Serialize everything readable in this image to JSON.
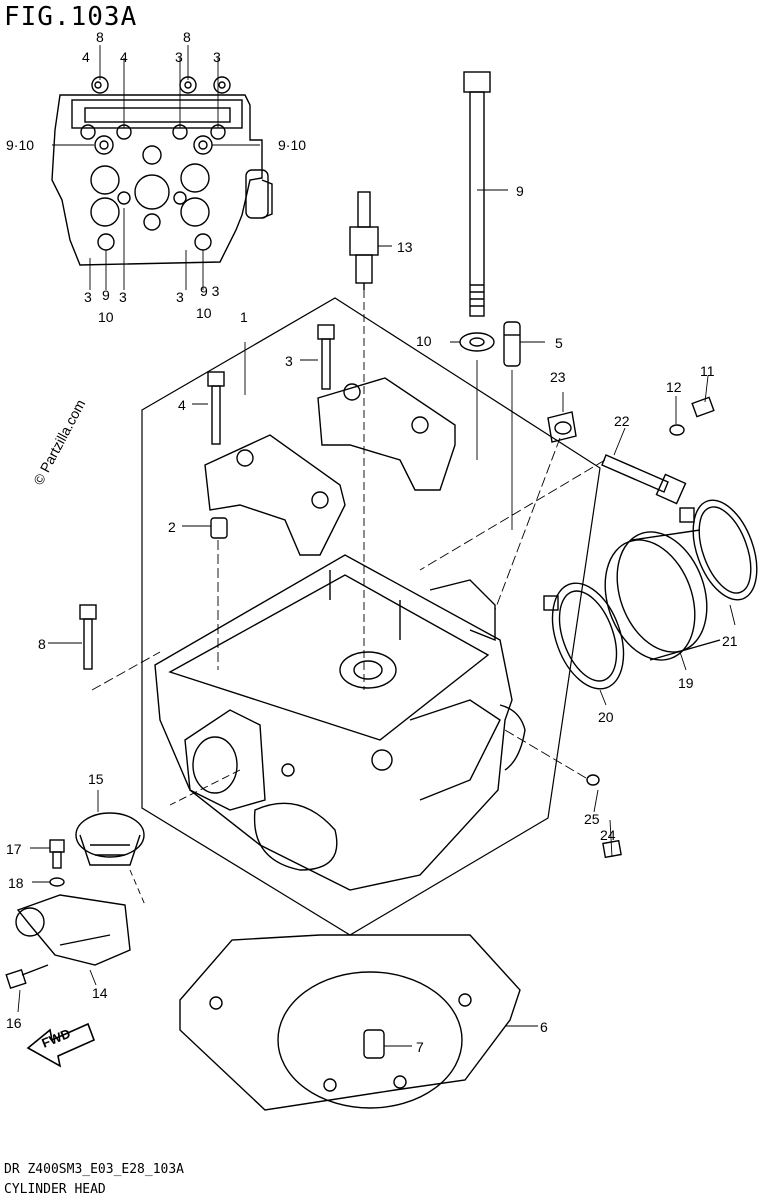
{
  "figure": {
    "title": "FIG.103A",
    "footer_code": "DR Z400SM3_E03_E28_103A",
    "footer_name": "CYLINDER HEAD",
    "watermark": "© Partzilla.com",
    "fwd_label": "FWD"
  },
  "callouts": {
    "top_8": "8",
    "top_4a": "4",
    "top_4b": "4",
    "top_8b": "8",
    "top_3a": "3",
    "top_3b": "3",
    "left_910": "9·10",
    "right_910": "9·10",
    "bot_3a": "3",
    "bot_9": "9",
    "bot_3b": "3",
    "bot_10a": "10",
    "bot_3c": "3",
    "bot_93": "9 3",
    "bot_10b": "10",
    "p1": "1",
    "p2": "2",
    "p3": "3",
    "p4": "4",
    "p5": "5",
    "p6": "6",
    "p7": "7",
    "p8": "8",
    "p9": "9",
    "p10": "10",
    "p11": "11",
    "p12": "12",
    "p13": "13",
    "p14": "14",
    "p15": "15",
    "p16": "16",
    "p17": "17",
    "p18": "18",
    "p19": "19",
    "p20": "20",
    "p21": "21",
    "p22": "22",
    "p23": "23",
    "p24": "24",
    "p25": "25"
  }
}
